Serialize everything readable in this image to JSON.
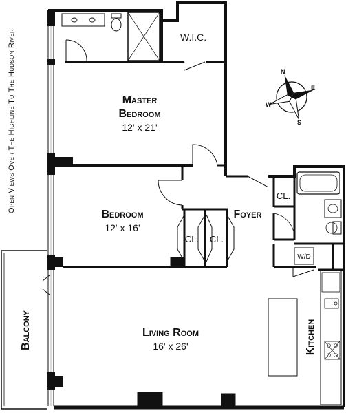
{
  "side_note": "Open Views Over The Highline To The Hudson River",
  "compass": {
    "n": "N",
    "e": "E",
    "s": "S",
    "w": "W"
  },
  "rooms": {
    "wic": "W.I.C.",
    "master_line1": "Master",
    "master_line2": "Bedroom",
    "master_size": "12' x 21'",
    "bedroom": "Bedroom",
    "bedroom_size": "12' x 16'",
    "closet": "CL.",
    "foyer": "Foyer",
    "wd": "W/D",
    "living": "Living Room",
    "living_size": "16' x 26'",
    "balcony": "Balcony",
    "kitchen": "Kitchen"
  }
}
